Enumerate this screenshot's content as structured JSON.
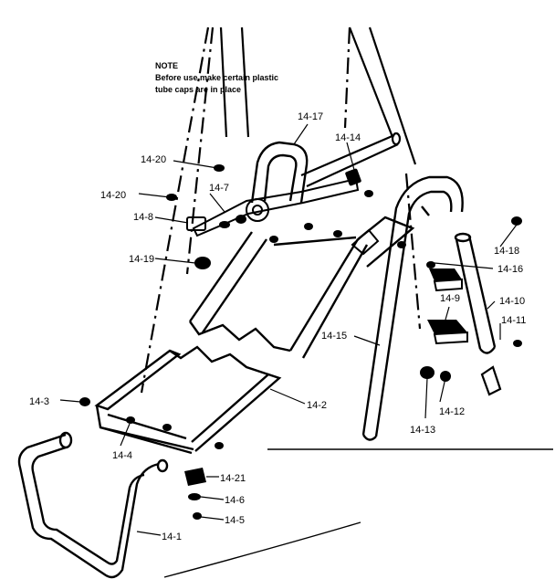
{
  "note": {
    "heading": "NOTE",
    "line1": "Before use make certain plastic",
    "line2": "tube caps are in place"
  },
  "part_labels": {
    "p14_1": "14-1",
    "p14_2": "14-2",
    "p14_3": "14-3",
    "p14_4": "14-4",
    "p14_5": "14-5",
    "p14_6": "14-6",
    "p14_7": "14-7",
    "p14_8": "14-8",
    "p14_9": "14-9",
    "p14_10": "14-10",
    "p14_11": "14-11",
    "p14_12": "14-12",
    "p14_13": "14-13",
    "p14_14": "14-14",
    "p14_15": "14-15",
    "p14_16": "14-16",
    "p14_17": "14-17",
    "p14_18": "14-18",
    "p14_19": "14-19",
    "p14_20a": "14-20",
    "p14_20b": "14-20",
    "p14_21": "14-21"
  }
}
